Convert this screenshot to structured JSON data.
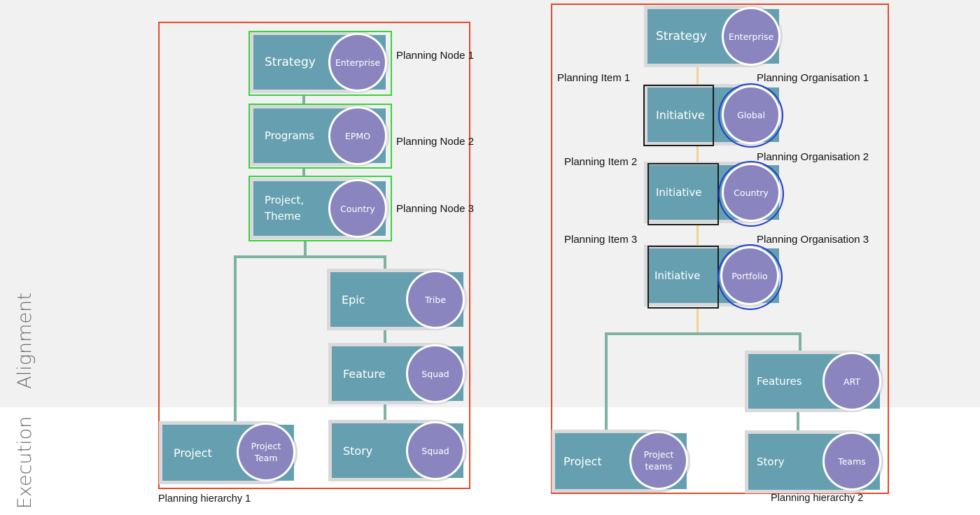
{
  "bands": {
    "alignment": "Alignment",
    "execution": "Execution"
  },
  "colors": {
    "frame": "#e34a2a",
    "node": "#66a0b0",
    "circle": "#8a85bf",
    "highlight_green": "#35d43b",
    "highlight_blue": "#1d3fcc"
  },
  "hierarchy1": {
    "caption": "Planning hierarchy 1",
    "annotations": {
      "node1": "Planning Node 1",
      "node2": "Planning Node 2",
      "node3": "Planning Node 3"
    },
    "nodes": {
      "strategy": {
        "label": "Strategy",
        "owner": "Enterprise"
      },
      "programs": {
        "label": "Programs",
        "owner": "EPMO"
      },
      "project_theme": {
        "label": "Project,\nTheme",
        "owner": "Country"
      },
      "epic": {
        "label": "Epic",
        "owner": "Tribe"
      },
      "feature": {
        "label": "Feature",
        "owner": "Squad"
      },
      "story": {
        "label": "Story",
        "owner": "Squad"
      },
      "project": {
        "label": "Project",
        "owner": "Project\nTeam"
      }
    }
  },
  "hierarchy2": {
    "caption": "Planning hierarchy 2",
    "annotations": {
      "item1": "Planning Item 1",
      "item2": "Planning Item 2",
      "item3": "Planning Item 3",
      "org1": "Planning Organisation 1",
      "org2": "Planning Organisation 2",
      "org3": "Planning Organisation 3"
    },
    "nodes": {
      "strategy": {
        "label": "Strategy",
        "owner": "Enterprise"
      },
      "initiative1": {
        "label": "Initiative",
        "owner": "Global"
      },
      "initiative2": {
        "label": "Initiative",
        "owner": "Country"
      },
      "initiative3": {
        "label": "Initiative",
        "owner": "Portfolio"
      },
      "features": {
        "label": "Features",
        "owner": "ART"
      },
      "story": {
        "label": "Story",
        "owner": "Teams"
      },
      "project": {
        "label": "Project",
        "owner": "Project\nteams"
      }
    }
  }
}
